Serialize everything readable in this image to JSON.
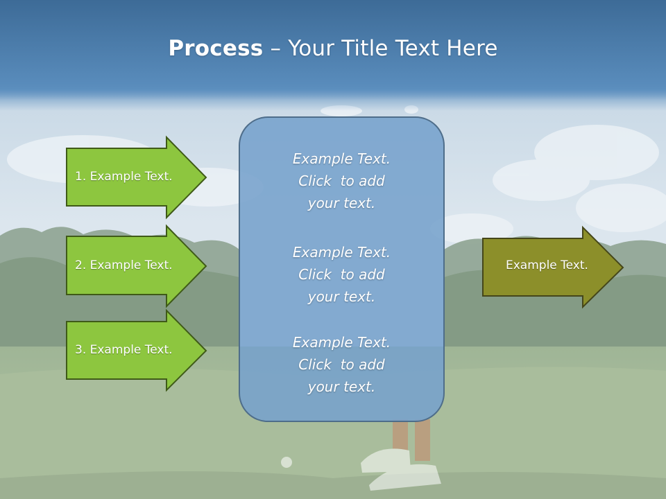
{
  "title": {
    "bold": "Process",
    "dash": " – ",
    "rest": "Your Title Text Here"
  },
  "left_arrows": [
    {
      "label": "1. Example Text."
    },
    {
      "label": "2. Example Text."
    },
    {
      "label": "3. Example Text."
    }
  ],
  "center_box": {
    "paragraphs": [
      {
        "lines": [
          "Example Text.",
          "Click  to add",
          "your text."
        ]
      },
      {
        "lines": [
          "Example Text.",
          "Click  to add",
          "your text."
        ]
      },
      {
        "lines": [
          "Example Text.",
          "Click  to add",
          "your text."
        ]
      }
    ]
  },
  "right_arrow": {
    "label": "Example Text."
  },
  "colors": {
    "left_arrow_fill": "#8dc63f",
    "left_arrow_border": "#3f5a18",
    "right_arrow_fill": "#8c8f2a",
    "right_arrow_border": "#45461a",
    "center_box_fill": "#76a2cc",
    "center_box_border": "#4e6d8a",
    "title_band": "#4a7aa7"
  }
}
